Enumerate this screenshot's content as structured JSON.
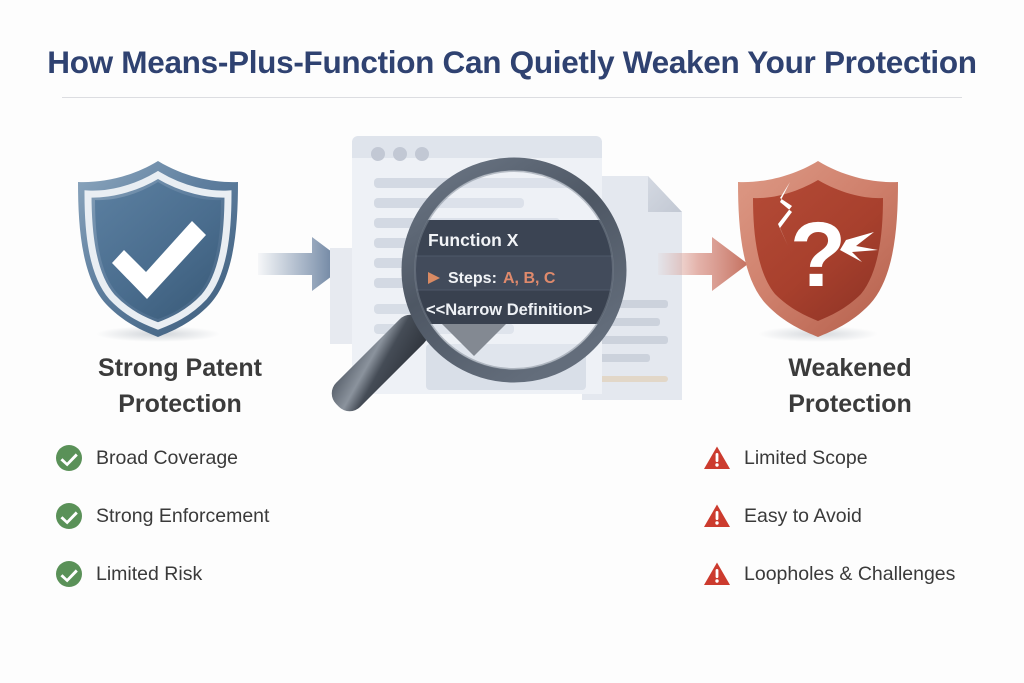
{
  "page": {
    "background_color": "#fdfdfd",
    "title": "How Means-Plus-Function Can Quietly Weaken Your Protection",
    "title_color": "#2f4271"
  },
  "left_column": {
    "caption": "Strong Patent\nProtection",
    "caption_line1": "Strong Patent",
    "caption_line2": "Protection",
    "shield": {
      "icon": "shield-check-icon",
      "color": "#4a6f92",
      "mark": "checkmark"
    },
    "bullets": [
      {
        "icon": "check-circle-icon",
        "label": "Broad Coverage",
        "color": "#5a9158"
      },
      {
        "icon": "check-circle-icon",
        "label": "Strong Enforcement",
        "color": "#5a9158"
      },
      {
        "icon": "check-circle-icon",
        "label": "Limited Risk",
        "color": "#5a9158"
      }
    ]
  },
  "right_column": {
    "caption_line1": "Weakened",
    "caption_line2": "Protection",
    "shield": {
      "icon": "shield-cracked-question-icon",
      "color": "#b5412f",
      "mark": "question-mark"
    },
    "bullets": [
      {
        "icon": "warning-triangle-icon",
        "label": "Limited Scope",
        "color": "#cc3b2e"
      },
      {
        "icon": "warning-triangle-icon",
        "label": "Easy to Avoid",
        "color": "#cc3b2e"
      },
      {
        "icon": "warning-triangle-icon",
        "label": "Loopholes & Challenges",
        "color": "#cc3b2e"
      }
    ]
  },
  "arrows": {
    "left": {
      "icon": "arrow-right-icon",
      "color": "#5b7494"
    },
    "right": {
      "icon": "arrow-right-icon",
      "color": "#d08878"
    }
  },
  "center_scene": {
    "browser_window": {
      "dots": [
        "dot-1",
        "dot-2",
        "dot-3"
      ],
      "dot_color": "#c2c8d4"
    },
    "document_page": {
      "icon": "document-page-icon"
    },
    "magnifier": {
      "icon": "magnifying-glass-icon",
      "ring_color": "#5a6577",
      "handle_color": "#3e444e"
    },
    "code_panel": {
      "background_color": "#3b4453",
      "title": "Function X",
      "step_bullet": "▶",
      "step_label": "Steps:",
      "step_values": "A, B, C",
      "step_values_color": "#e08a6c",
      "narrow_definition": "<<Narrow Definition>"
    }
  }
}
